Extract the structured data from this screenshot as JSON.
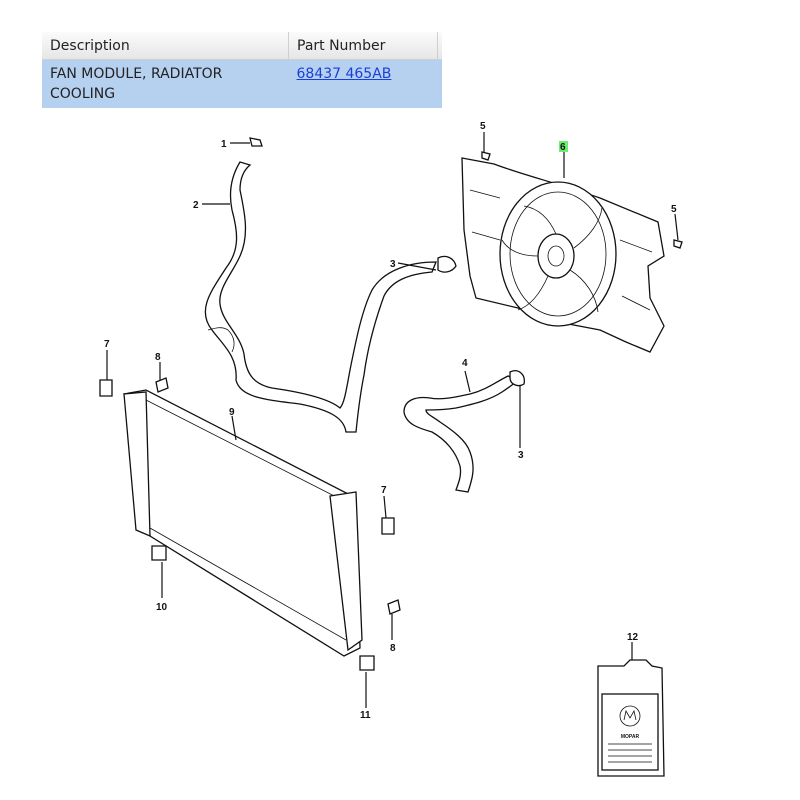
{
  "table": {
    "headers": [
      "Description",
      "Part Number"
    ],
    "rows": [
      {
        "description": "FAN MODULE, RADIATOR COOLING",
        "part_number": "68437 465AB"
      }
    ]
  },
  "callouts": [
    "1",
    "2",
    "3",
    "3",
    "4",
    "5",
    "5",
    "6",
    "7",
    "7",
    "8",
    "8",
    "9",
    "10",
    "11",
    "12"
  ],
  "highlighted_callout": "6",
  "highlight_color": "#6cf06c",
  "row_highlight_color": "#b6d0f0",
  "jug_label": "MOPAR"
}
